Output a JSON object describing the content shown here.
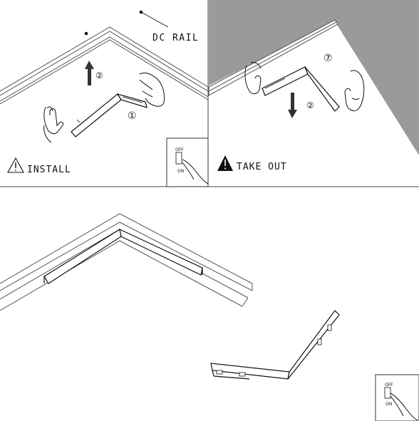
{
  "panels": {
    "install": {
      "label": "INSTALL",
      "rail_label": "DC RAIL",
      "step_lift": "②",
      "step_rotate": "①"
    },
    "take_out": {
      "label": "TAKE OUT",
      "step_rotate": "⑦",
      "step_pull": "②"
    }
  },
  "switch": {
    "off_label": "OFF",
    "on_label": "ON"
  },
  "switch_bottom": {
    "off_label": "OFF",
    "on_label": "ON"
  },
  "colors": {
    "line": "#111111",
    "shade": "#9a9a9a",
    "arrow": "#2a2a2a"
  }
}
